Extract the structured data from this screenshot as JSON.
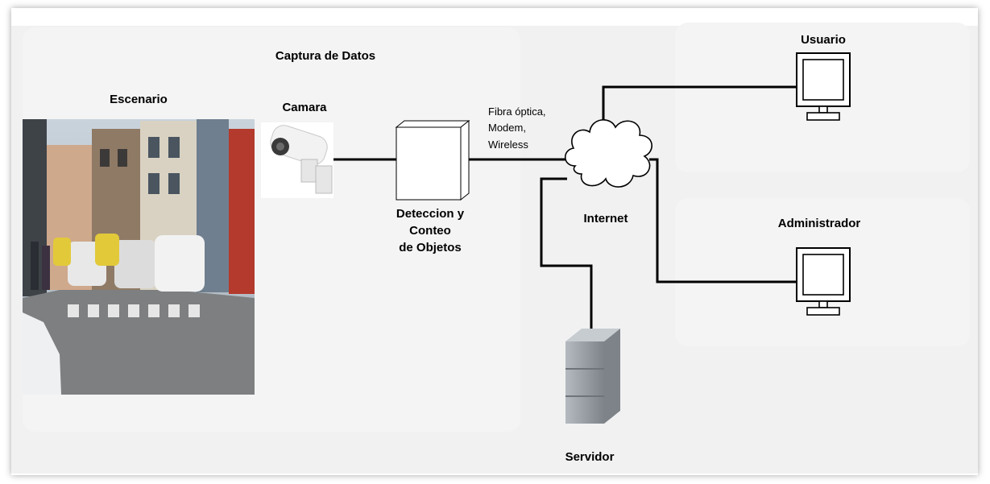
{
  "panels": {
    "capture_title": "Captura de Datos"
  },
  "labels": {
    "escenario": "Escenario",
    "camara": "Camara",
    "deteccion_line1": "Deteccion y",
    "deteccion_line2": "Conteo",
    "deteccion_line3": "de Objetos",
    "link_line1": "Fibra óptica,",
    "link_line2": "Modem,",
    "link_line3": "Wireless",
    "internet": "Internet",
    "usuario": "Usuario",
    "administrador": "Administrador",
    "servidor": "Servidor"
  },
  "colors": {
    "panel_bg": "#f1f1f2",
    "line": "#000000",
    "server": "#9aa0a6"
  },
  "icons": {
    "scene": "street-photo",
    "camera": "cctv-camera-icon",
    "processor": "processing-box-icon",
    "cloud": "cloud-icon",
    "computer": "monitor-icon",
    "server": "server-tower-icon"
  }
}
